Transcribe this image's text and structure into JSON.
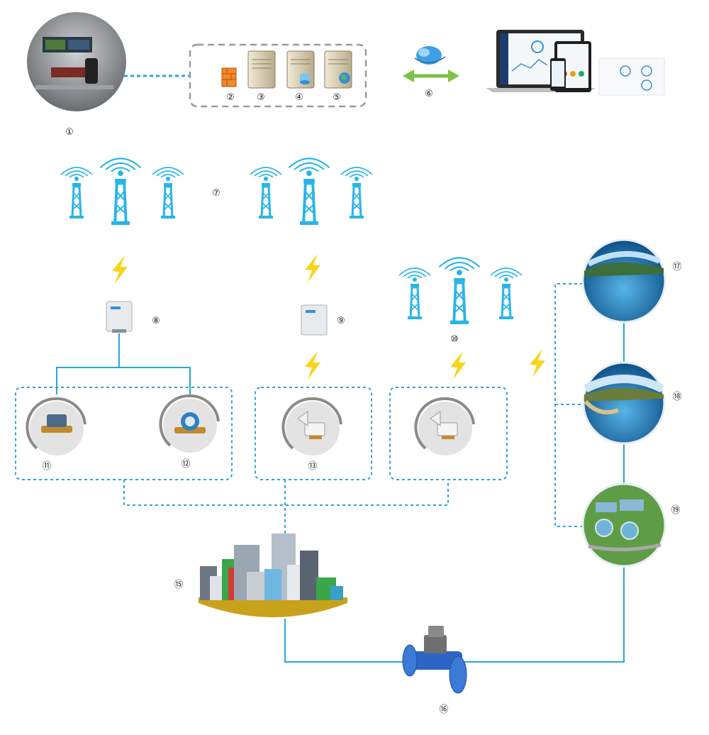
{
  "labels": {
    "n1": "①",
    "n2": "②",
    "n3": "③",
    "n4": "④",
    "n5": "⑤",
    "n6": "⑥",
    "n7": "⑦",
    "n8": "⑧",
    "n9": "⑨",
    "n10": "⑩",
    "n11": "⑪",
    "n12": "⑫",
    "n13": "⑬",
    "n15": "⑮",
    "n16": "⑯",
    "n17": "⑰",
    "n18": "⑱",
    "n19": "⑲"
  },
  "colors": {
    "dashed_link": "#29a6d9",
    "solid_link": "#29a6d9",
    "tower": "#29b5e8",
    "lightning": "#f7d51d",
    "arrow": "#7ec247",
    "server_frame": "#9a9a9a"
  },
  "icons": {
    "control_room": "control-room-photo",
    "firewall": "firewall-icon",
    "server": "server-icon",
    "database": "database-server-icon",
    "web": "web-server-icon",
    "cloud": "cloud-icon",
    "devices": "devices-icon",
    "tower": "signal-tower-icon",
    "gateway": "gateway-box-icon",
    "meter": "water-meter-icon",
    "city": "city-icon",
    "flow_meter": "flow-meter-icon",
    "reservoir": "reservoir-photo",
    "lake": "lake-photo",
    "plant": "water-plant-photo"
  }
}
